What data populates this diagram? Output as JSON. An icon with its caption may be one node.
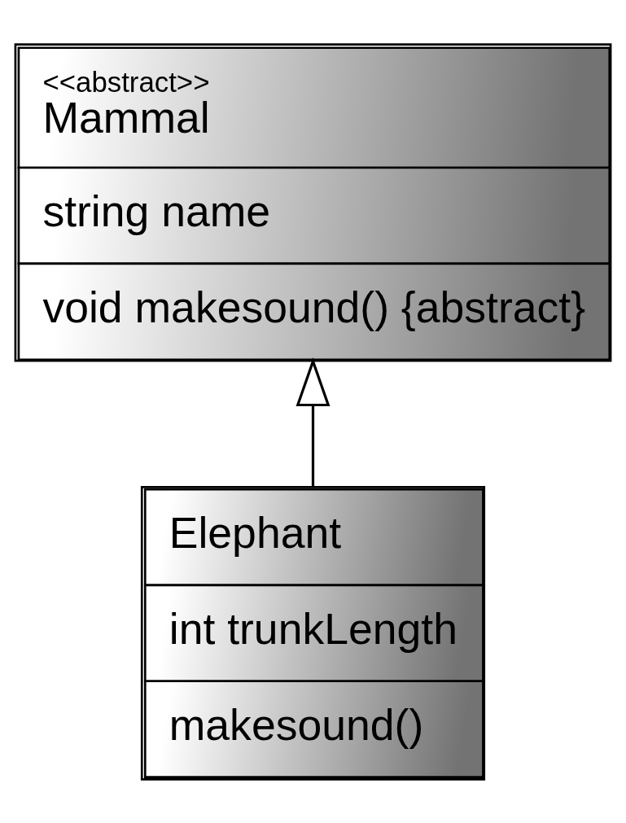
{
  "diagram": {
    "nodes": [
      {
        "text": [
          "<<abstract>>",
          "Mammal",
          "string name",
          "void makesound() {abstract}"
        ]
      },
      {
        "text": [
          "Elephant",
          "int trunkLength",
          "makesound()"
        ]
      }
    ],
    "edges": [
      {
        "from": 1,
        "to": 0,
        "arrow": "to"
      }
    ]
  }
}
